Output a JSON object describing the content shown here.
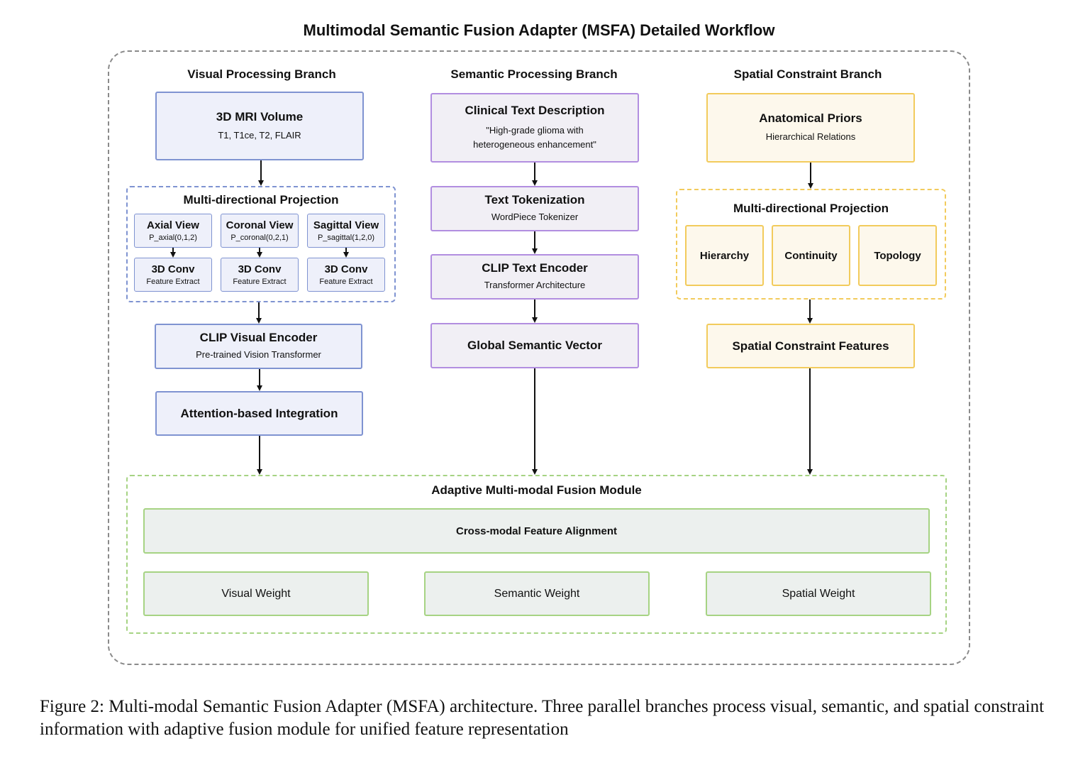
{
  "title": "Multimodal Semantic Fusion Adapter (MSFA) Detailed Workflow",
  "visual": {
    "branch_title": "Visual Processing Branch",
    "mri": {
      "title": "3D MRI Volume",
      "sub": "T1, T1ce, T2, FLAIR"
    },
    "projection": {
      "title": "Multi-directional Projection",
      "views": [
        {
          "title": "Axial View",
          "sub": "P_axial(0,1,2)",
          "conv": "3D Conv",
          "conv_sub": "Feature Extract"
        },
        {
          "title": "Coronal View",
          "sub": "P_coronal(0,2,1)",
          "conv": "3D Conv",
          "conv_sub": "Feature Extract"
        },
        {
          "title": "Sagittal View",
          "sub": "P_sagittal(1,2,0)",
          "conv": "3D Conv",
          "conv_sub": "Feature Extract"
        }
      ]
    },
    "clip": {
      "title": "CLIP Visual Encoder",
      "sub": "Pre-trained Vision Transformer"
    },
    "attention": {
      "title": "Attention-based Integration"
    }
  },
  "semantic": {
    "branch_title": "Semantic Processing Branch",
    "clinical": {
      "title": "Clinical Text Description",
      "sub1": "\"High-grade glioma with",
      "sub2": "heterogeneous enhancement\""
    },
    "tokenization": {
      "title": "Text Tokenization",
      "sub": "WordPiece Tokenizer"
    },
    "clip": {
      "title": "CLIP Text Encoder",
      "sub": "Transformer Architecture"
    },
    "global": {
      "title": "Global Semantic Vector"
    }
  },
  "spatial": {
    "branch_title": "Spatial Constraint Branch",
    "priors": {
      "title": "Anatomical Priors",
      "sub": "Hierarchical Relations"
    },
    "projection": {
      "title": "Multi-directional Projection",
      "items": [
        "Hierarchy",
        "Continuity",
        "Topology"
      ]
    },
    "features": {
      "title": "Spatial Constraint Features"
    }
  },
  "fusion": {
    "title": "Adaptive Multi-modal Fusion Module",
    "alignment": "Cross-modal Feature Alignment",
    "weights": [
      "Visual Weight",
      "Semantic Weight",
      "Spatial Weight"
    ]
  },
  "caption": "Figure 2: Multi-modal Semantic Fusion Adapter (MSFA) architecture. Three parallel branches process visual, semantic, and spatial constraint information with adaptive fusion module for unified feature representation",
  "colors": {
    "visual_fill": "#eef0fa",
    "visual_border": "#7f93d1",
    "semantic_fill": "#f1eff5",
    "semantic_border": "#b28ee0",
    "spatial_fill": "#fdf8ec",
    "spatial_border": "#f2cb5c",
    "fusion_fill": "#ecf0ee",
    "fusion_border": "#a6d383",
    "outer_border": "#8a8a8a"
  }
}
